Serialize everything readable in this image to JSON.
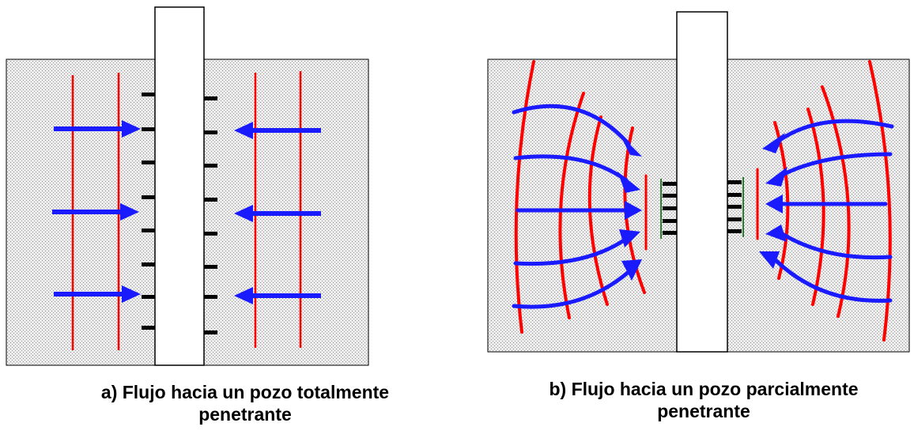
{
  "captions": {
    "a": {
      "line1": "a) Flujo hacia un pozo totalmente",
      "line2": "penetrante"
    },
    "b": {
      "line1": "b) Flujo hacia un pozo parcialmente",
      "line2": "penetrante"
    }
  },
  "colors": {
    "soil_background": "#ececec",
    "soil_dots": "#8a8a8a",
    "flow_arrow": "#1a1aff",
    "equipotential_line": "#ff0000",
    "screen_slot": "#000000",
    "screen_edge_partial": "#2e7d32",
    "well_casing": "#ffffff"
  }
}
